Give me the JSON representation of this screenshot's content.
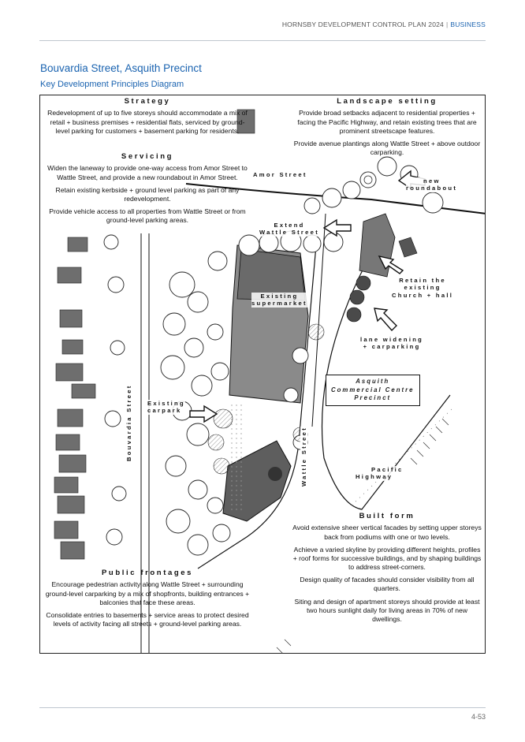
{
  "header": {
    "plan": "HORNSBY DEVELOPMENT CONTROL PLAN 2024",
    "separator": "|",
    "section": "BUSINESS"
  },
  "title": "Bouvardia Street, Asquith Precinct",
  "subtitle": "Key Development Principles Diagram",
  "strategy": {
    "heading": "Strategy",
    "text": "Redevelopment of up to five storeys should accommodate a mix of retail + business premises + residential flats, serviced by ground-level parking for customers + basement parking for residents."
  },
  "servicing": {
    "heading": "Servicing",
    "paragraphs": [
      "Widen the laneway to provide one-way access from Amor Street to Wattle Street, and provide a new roundabout in Amor Street.",
      "Retain existing kerbside + ground level parking as part of any redevelopment.",
      "Provide vehicle access to all properties from Wattle Street or from ground-level parking areas."
    ]
  },
  "landscape": {
    "heading": "Landscape setting",
    "paragraphs": [
      "Provide broad setbacks adjacent to residential properties + facing the Pacific Highway, and retain existing trees that are prominent streetscape features.",
      "Provide avenue plantings along Wattle Street + above outdoor carparking."
    ]
  },
  "public_frontages": {
    "heading": "Public frontages",
    "paragraphs": [
      "Encourage pedestrian activity along Wattle Street + surrounding ground-level carparking by a mix of shopfronts, building entrances + balconies that face these areas.",
      "Consolidate entries to basements + service areas to protect desired levels of activity facing all streets + ground-level parking areas."
    ]
  },
  "built_form": {
    "heading": "Built form",
    "paragraphs": [
      "Avoid extensive sheer vertical facades by setting upper storeys back from podiums with one or two levels.",
      "Achieve a varied skyline by providing different heights, profiles + roof forms for successive buildings, and by shaping buildings to address street-corners.",
      "Design quality of facades should consider visibility from all quarters.",
      "Siting and design of apartment storeys should provide at least two hours sunlight daily for living areas in 70% of new dwellings."
    ]
  },
  "map_labels": {
    "amor_street": "Amor Street",
    "new_roundabout_1": "new",
    "new_roundabout_2": "roundabout",
    "extend_wattle_1": "Extend",
    "extend_wattle_2": "Wattle Street",
    "existing_supermarket_1": "Existing",
    "existing_supermarket_2": "supermarket",
    "retain_church_1": "Retain the",
    "retain_church_2": "existing",
    "retain_church_3": "Church + hall",
    "lane_widening_1": "lane widening",
    "lane_widening_2": "+ carparking",
    "precinct_1": "Asquith",
    "precinct_2": "Commercial Centre",
    "precinct_3": "Precinct",
    "existing_carpark_1": "Existing",
    "existing_carpark_2": "carpark",
    "bouvardia_street": "Bouvardia Street",
    "wattle_street": "Wattle Street",
    "pacific_highway_1": "Pacific",
    "pacific_highway_2": "Highway"
  },
  "page_number": "4-53"
}
